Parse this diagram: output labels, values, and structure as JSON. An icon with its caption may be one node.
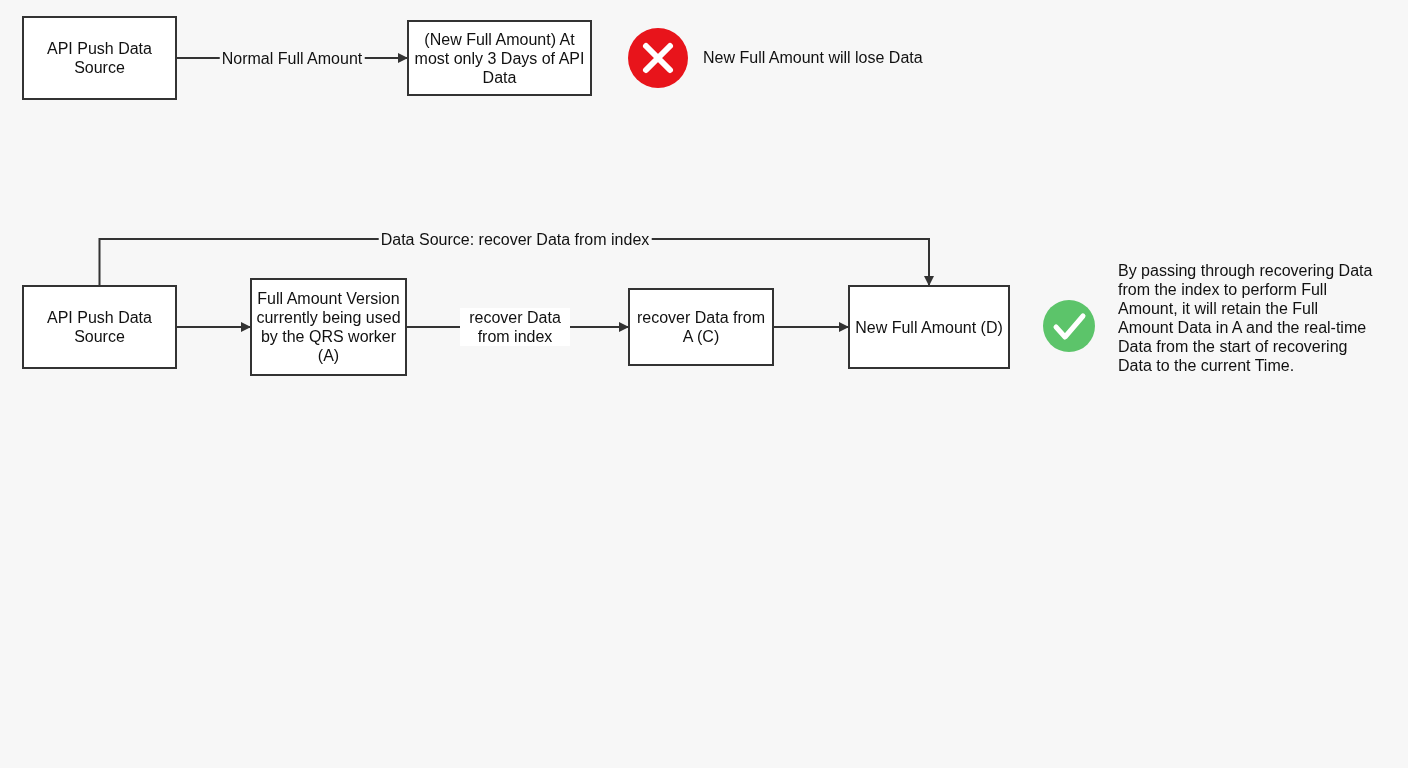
{
  "diagram": {
    "nodes": [
      {
        "text": [
          "API Push Data Source"
        ]
      },
      {
        "text": [
          "(New Full Amount) At most only 3 Days of API Data"
        ]
      },
      {
        "text": [
          "API Push Data Source"
        ]
      },
      {
        "text": [
          "Full Amount Version currently being used by the QRS worker (A)"
        ]
      },
      {
        "text": [
          "recover Data from A (C)"
        ]
      },
      {
        "text": [
          "New Full Amount (D)"
        ]
      }
    ],
    "edges": [
      {
        "from": 0,
        "to": 1,
        "arrow": "to",
        "label": "Normal Full Amount"
      },
      {
        "from": 2,
        "to": 3,
        "arrow": "to"
      },
      {
        "from": 3,
        "to": 4,
        "arrow": "to",
        "label": "recover Data from index"
      },
      {
        "from": 4,
        "to": 5,
        "arrow": "to"
      },
      {
        "from": 2,
        "to": 5,
        "arrow": "to",
        "label": "Data Source: recover Data from index"
      }
    ],
    "labels": [
      "New Full Amount will lose Data",
      "By passing through recovering Data from the index to perform Full Amount, it will retain the Full Amount Data in A and the real-time Data from the start of recovering Data to the current Time."
    ]
  }
}
